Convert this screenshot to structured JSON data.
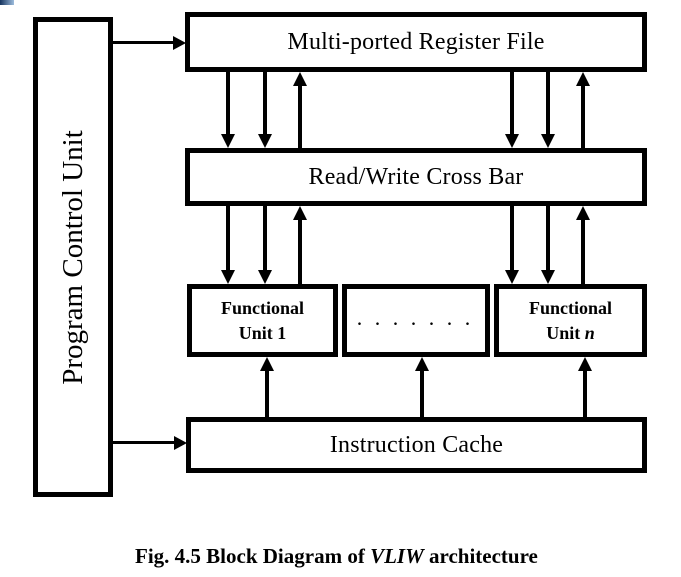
{
  "blocks": {
    "program_control_unit": "Program Control Unit",
    "register_file": "Multi-ported Register File",
    "crossbar": "Read/Write Cross Bar",
    "functional_unit_1": {
      "line1": "Functional",
      "line2": "Unit 1"
    },
    "ellipsis": ". . . . . . .",
    "functional_unit_n": {
      "line1": "Functional",
      "line2_prefix": "Unit ",
      "line2_var": "n"
    },
    "instruction_cache": "Instruction Cache"
  },
  "caption": {
    "prefix": "Fig. 4.5 Block Diagram of ",
    "emphasis": "VLIW",
    "suffix": " architecture"
  },
  "colors": {
    "line": "#000000",
    "text": "#000000",
    "background": "#ffffff"
  }
}
